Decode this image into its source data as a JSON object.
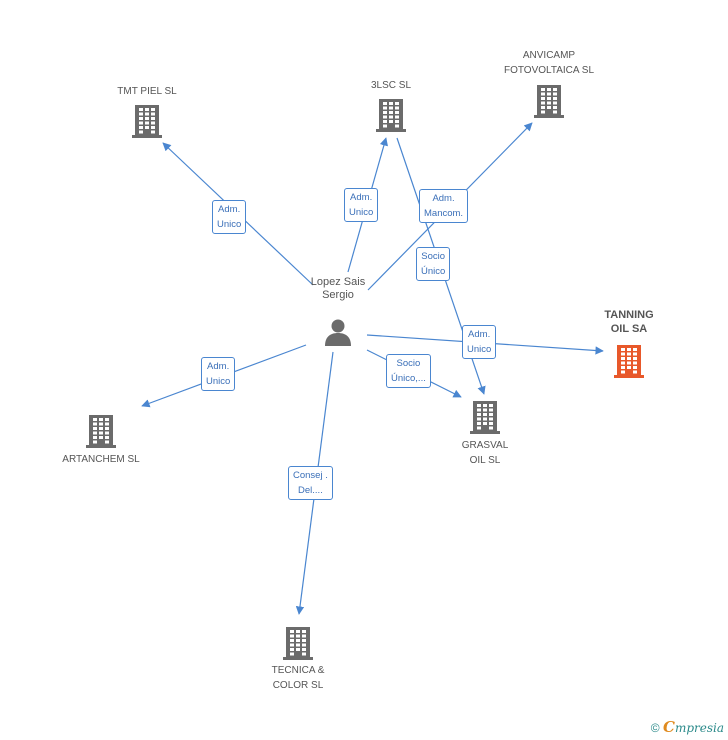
{
  "person": {
    "name": "Lopez Sais\nSergio"
  },
  "companies": {
    "tmt": "TMT PIEL SL",
    "lsc": "3LSC SL",
    "anvicamp": "ANVICAMP\nFOTOVOLTAICA SL",
    "tanning": "TANNING\nOIL SA",
    "artanchem": "ARTANCHEM  SL",
    "grasval": "GRASVAL\nOIL SL",
    "tecnica": "TECNICA &\nCOLOR SL"
  },
  "relations": {
    "tmt": "Adm.\nUnico",
    "lsc": "Adm.\nUnico",
    "anvicamp": "Adm.\nMancom.",
    "socio_unico": "Socio\nÚnico",
    "tanning": "Adm.\nUnico",
    "grasval": "Socio\nÚnico,...",
    "artanchem": "Adm.\nUnico",
    "tecnica": "Consej .\nDel...."
  },
  "colors": {
    "edge": "#4a86d0",
    "building": "#6b6b6b",
    "main": "#e8582a"
  },
  "footer": {
    "copyright": "©",
    "brand_first": "C",
    "brand_rest": "mpresia"
  }
}
